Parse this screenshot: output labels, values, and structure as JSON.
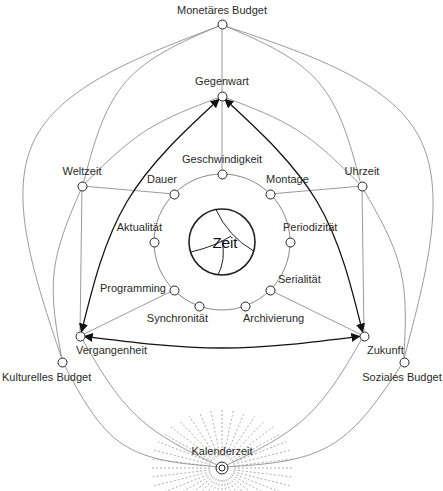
{
  "diagram": {
    "nodes": [
      {
        "text": [
          "Monetäres Budget"
        ]
      },
      {
        "text": [
          "Gegenwart"
        ]
      },
      {
        "text": [
          "Weltzeit"
        ]
      },
      {
        "text": [
          "Uhrzeit"
        ]
      },
      {
        "text": [
          "Zeit"
        ]
      },
      {
        "text": [
          "Geschwindigkeit"
        ]
      },
      {
        "text": [
          "Montage"
        ]
      },
      {
        "text": [
          "Periodizität"
        ]
      },
      {
        "text": [
          "Serialität"
        ]
      },
      {
        "text": [
          "Archivierung"
        ]
      },
      {
        "text": [
          "Synchronität"
        ]
      },
      {
        "text": [
          "Programming"
        ]
      },
      {
        "text": [
          "Aktualität"
        ]
      },
      {
        "text": [
          "Dauer"
        ]
      },
      {
        "text": [
          "Vergangenheit"
        ]
      },
      {
        "text": [
          "Kulturelles Budget"
        ]
      },
      {
        "text": [
          "Zukunft"
        ]
      },
      {
        "text": [
          "Soziales Budget"
        ]
      },
      {
        "text": [
          "Kalenderzeit"
        ]
      }
    ],
    "edges": [
      {
        "from": 0,
        "to": 1,
        "arrow": "none"
      },
      {
        "from": 1,
        "to": 5,
        "arrow": "none"
      },
      {
        "from": 1,
        "to": 2,
        "arrow": "none"
      },
      {
        "from": 1,
        "to": 3,
        "arrow": "none"
      },
      {
        "from": 0,
        "to": 2,
        "arrow": "none"
      },
      {
        "from": 0,
        "to": 3,
        "arrow": "none"
      },
      {
        "from": 0,
        "to": 15,
        "arrow": "none"
      },
      {
        "from": 0,
        "to": 17,
        "arrow": "none"
      },
      {
        "from": 2,
        "to": 14,
        "arrow": "none"
      },
      {
        "from": 3,
        "to": 16,
        "arrow": "none"
      },
      {
        "from": 2,
        "to": 15,
        "arrow": "none"
      },
      {
        "from": 3,
        "to": 17,
        "arrow": "none"
      },
      {
        "from": 15,
        "to": 18,
        "arrow": "none"
      },
      {
        "from": 14,
        "to": 18,
        "arrow": "none"
      },
      {
        "from": 17,
        "to": 18,
        "arrow": "none"
      },
      {
        "from": 16,
        "to": 18,
        "arrow": "none"
      },
      {
        "from": 2,
        "to": 13,
        "arrow": "none"
      },
      {
        "from": 3,
        "to": 6,
        "arrow": "none"
      },
      {
        "from": 14,
        "to": 11,
        "arrow": "none"
      },
      {
        "from": 16,
        "to": 8,
        "arrow": "none"
      },
      {
        "from": 1,
        "to": 14,
        "arrow": "both"
      },
      {
        "from": 1,
        "to": 16,
        "arrow": "both"
      },
      {
        "from": 14,
        "to": 16,
        "arrow": "both"
      }
    ]
  }
}
